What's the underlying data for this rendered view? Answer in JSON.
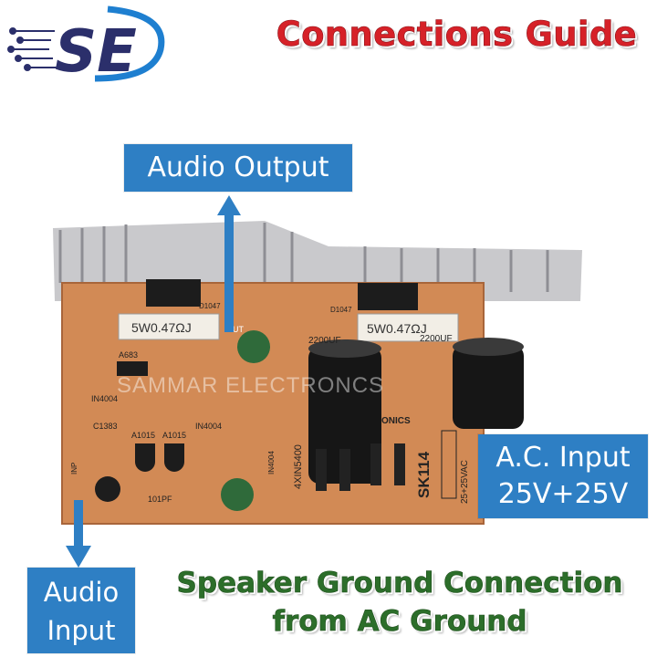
{
  "header": {
    "logo_text": "SE",
    "title": "Connections Guide"
  },
  "labels": {
    "audio_output": "Audio Output",
    "ac_input_line1": "A.C. Input",
    "ac_input_line2": "25V+25V",
    "audio_input_line1": "Audio",
    "audio_input_line2": "Input"
  },
  "caption": {
    "line1": "Speaker Ground Connection",
    "line2": "from AC Ground"
  },
  "board": {
    "watermark": "SAMMAR ELECTRONCS",
    "silkscreen_model": "SK114",
    "resistor_left": "5W0.47ΩJ",
    "resistor_right": "5W0.47ΩJ",
    "cap_left": "2200UF",
    "cap_right": "2200UF",
    "diode_label": "4XIN5400",
    "ac_terminal_label": "25+25VAC",
    "transistor_a1015_1": "A1015",
    "transistor_a1015_2": "A1015",
    "in4004_1": "IN4004",
    "in4004_2": "IN4004",
    "in4004_3": "IN4004",
    "c1383": "C1383",
    "a683": "A683",
    "pf101": "101PF",
    "d1047_1": "D1047",
    "d1047_2": "D1047",
    "onics": "ONICS",
    "out_label": "OUT",
    "inp_label": "INP"
  },
  "colors": {
    "title_red": "#d62128",
    "label_blue": "#2e7fc4",
    "caption_green": "#2c6e2a",
    "pcb_orange": "#d28a55"
  }
}
